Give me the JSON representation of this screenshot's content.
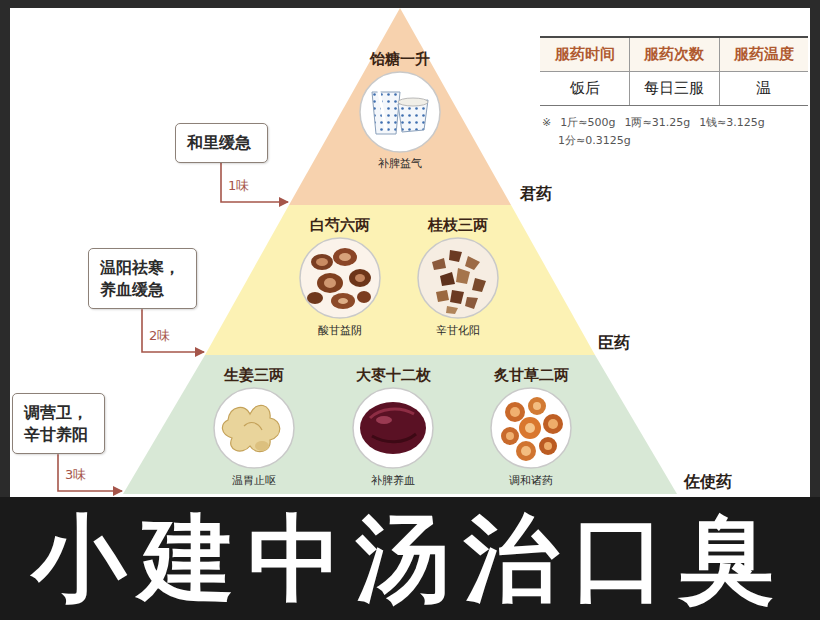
{
  "diagram": {
    "title": "小建中汤治口臭",
    "nodes": [
      {
        "text": [
          "和里缓急"
        ]
      },
      {
        "text": [
          "君药"
        ]
      },
      {
        "text": [
          "饴糖一升",
          "补脾益气"
        ],
        "in": 1
      },
      {
        "text": [
          "温阳祛寒，养血缓急"
        ]
      },
      {
        "text": [
          "臣药"
        ]
      },
      {
        "text": [
          "白芍六两",
          "酸甘益阴"
        ],
        "in": 4
      },
      {
        "text": [
          "桂枝三两",
          "辛甘化阳"
        ],
        "in": 4
      },
      {
        "text": [
          "调营卫，辛甘养阳"
        ]
      },
      {
        "text": [
          "佐使药"
        ]
      },
      {
        "text": [
          "生姜三两",
          "温胃止呕"
        ],
        "in": 8
      },
      {
        "text": [
          "大枣十二枚",
          "补脾养血"
        ],
        "in": 8
      },
      {
        "text": [
          "炙甘草二两",
          "调和诸药"
        ],
        "in": 8
      }
    ],
    "edges": [
      {
        "from": 0,
        "to": 1,
        "arrow": "to",
        "label": "1味"
      },
      {
        "from": 3,
        "to": 4,
        "arrow": "to",
        "label": "2味"
      },
      {
        "from": 7,
        "to": 8,
        "arrow": "to",
        "label": "3味"
      }
    ],
    "labels": [
      "服药时间",
      "服药次数",
      "服药温度",
      "饭后",
      "每日三服",
      "温",
      "※",
      "1斤≈500g",
      "1两≈31.25g",
      "1钱≈3.125g",
      "1分≈0.3125g"
    ]
  }
}
